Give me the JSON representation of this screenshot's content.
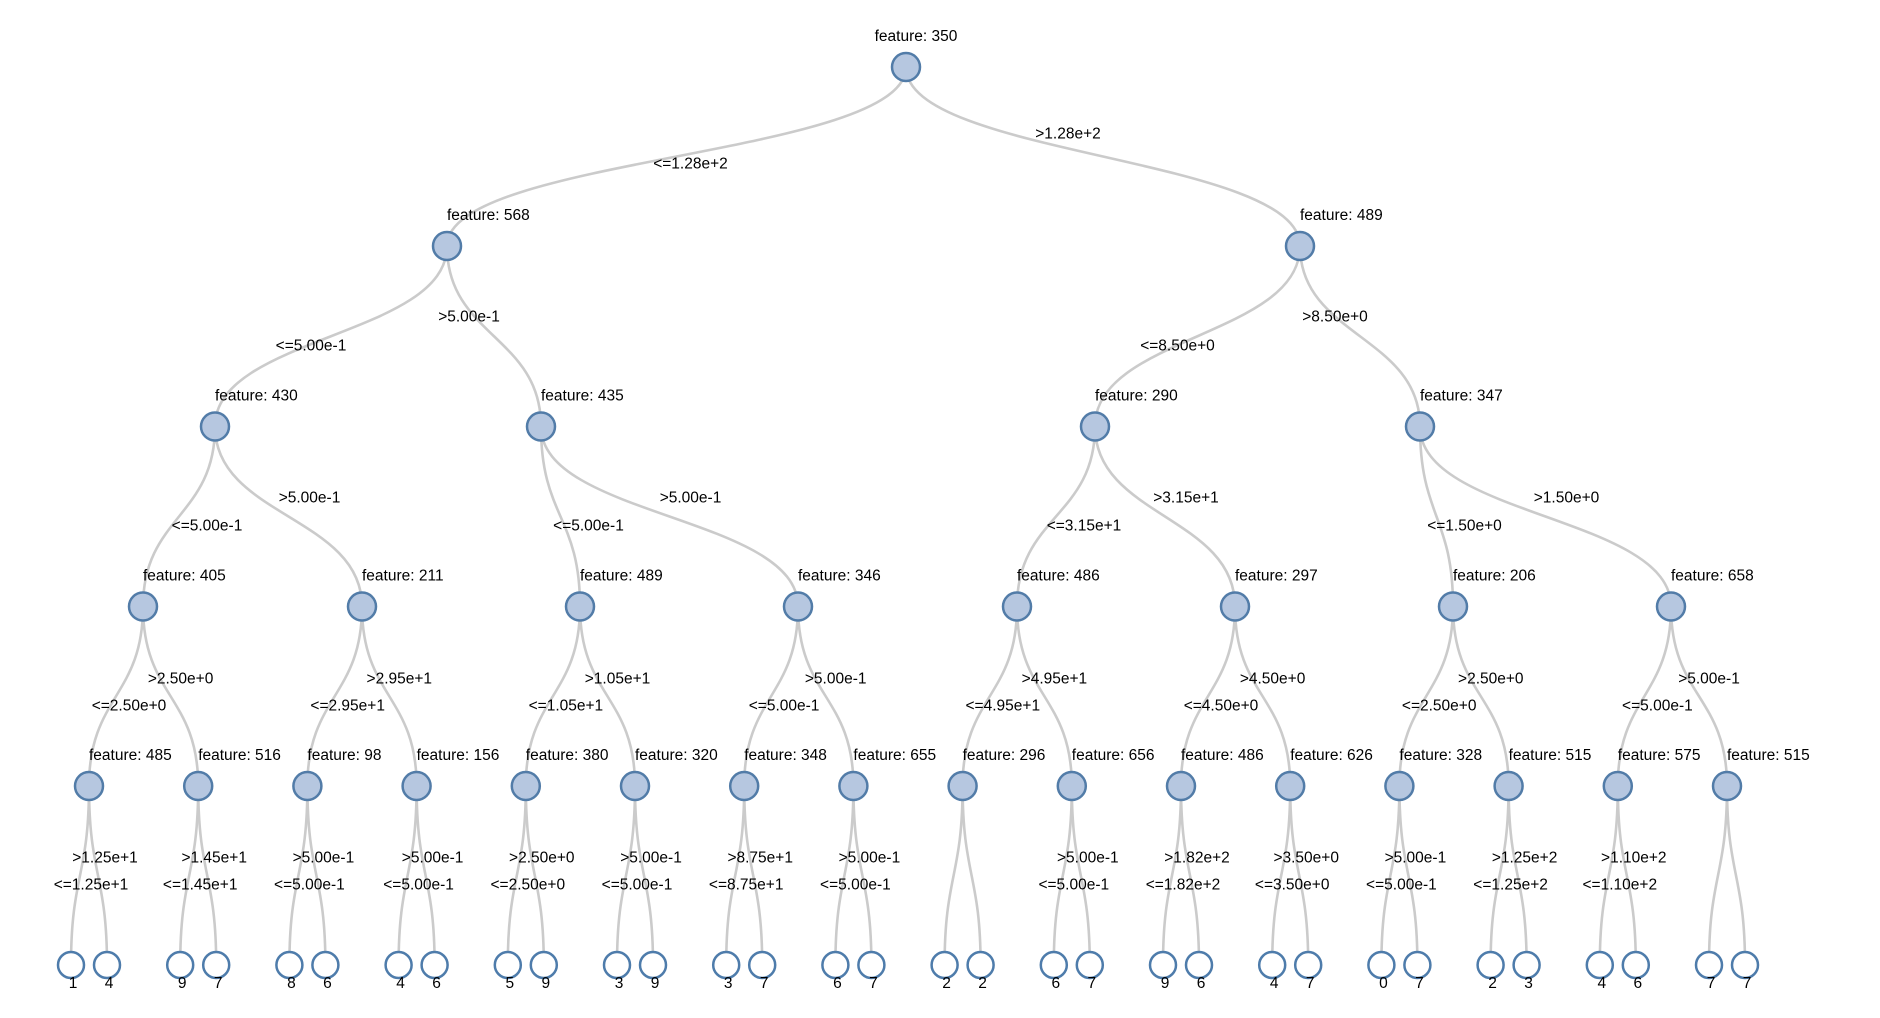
{
  "style": {
    "background": "#ffffff",
    "node_fill": "#b6c7e0",
    "node_stroke": "#527ca8",
    "leaf_fill": "#ffffff",
    "leaf_stroke": "#4e7cab",
    "edge_color": "#cbcbcb",
    "text_color": "#000000"
  },
  "chart_data": {
    "type": "tree",
    "description": "Binary decision tree with feature-split nodes, threshold edge labels in scientific notation, and class-number leaves",
    "root": {
      "label": "feature: 350",
      "children": [
        {
          "edge": "<=1.28e+2",
          "label": "feature: 568",
          "children": [
            {
              "edge": "<=5.00e-1",
              "label": "feature: 430",
              "children": [
                {
                  "edge": "<=5.00e-1",
                  "label": "feature: 405",
                  "children": [
                    {
                      "edge": "<=2.50e+0",
                      "label": "feature: 485",
                      "children": [
                        {
                          "edge": "<=1.25e+1",
                          "leaf": "1"
                        },
                        {
                          "edge": ">1.25e+1",
                          "leaf": "4"
                        }
                      ]
                    },
                    {
                      "edge": ">2.50e+0",
                      "label": "feature: 516",
                      "children": [
                        {
                          "edge": "<=1.45e+1",
                          "leaf": "9"
                        },
                        {
                          "edge": ">1.45e+1",
                          "leaf": "7"
                        }
                      ]
                    }
                  ]
                },
                {
                  "edge": ">5.00e-1",
                  "label": "feature: 211",
                  "children": [
                    {
                      "edge": "<=2.95e+1",
                      "label": "feature: 98",
                      "children": [
                        {
                          "edge": "<=5.00e-1",
                          "leaf": "8"
                        },
                        {
                          "edge": ">5.00e-1",
                          "leaf": "6"
                        }
                      ]
                    },
                    {
                      "edge": ">2.95e+1",
                      "label": "feature: 156",
                      "children": [
                        {
                          "edge": "<=5.00e-1",
                          "leaf": "4"
                        },
                        {
                          "edge": ">5.00e-1",
                          "leaf": "6"
                        }
                      ]
                    }
                  ]
                }
              ]
            },
            {
              "edge": ">5.00e-1",
              "label": "feature: 435",
              "children": [
                {
                  "edge": "<=5.00e-1",
                  "label": "feature: 489",
                  "children": [
                    {
                      "edge": "<=1.05e+1",
                      "label": "feature: 380",
                      "children": [
                        {
                          "edge": "<=2.50e+0",
                          "leaf": "5"
                        },
                        {
                          "edge": ">2.50e+0",
                          "leaf": "9"
                        }
                      ]
                    },
                    {
                      "edge": ">1.05e+1",
                      "label": "feature: 320",
                      "children": [
                        {
                          "edge": "<=5.00e-1",
                          "leaf": "3"
                        },
                        {
                          "edge": ">5.00e-1",
                          "leaf": "9"
                        }
                      ]
                    }
                  ]
                },
                {
                  "edge": ">5.00e-1",
                  "label": "feature: 346",
                  "children": [
                    {
                      "edge": "<=5.00e-1",
                      "label": "feature: 348",
                      "children": [
                        {
                          "edge": "<=8.75e+1",
                          "leaf": "3"
                        },
                        {
                          "edge": ">8.75e+1",
                          "leaf": "7"
                        }
                      ]
                    },
                    {
                      "edge": ">5.00e-1",
                      "label": "feature: 655",
                      "children": [
                        {
                          "edge": "<=5.00e-1",
                          "leaf": "6"
                        },
                        {
                          "edge": ">5.00e-1",
                          "leaf": "7"
                        }
                      ]
                    }
                  ]
                }
              ]
            }
          ]
        },
        {
          "edge": ">1.28e+2",
          "label": "feature: 489",
          "children": [
            {
              "edge": "<=8.50e+0",
              "label": "feature: 290",
              "children": [
                {
                  "edge": "<=3.15e+1",
                  "label": "feature: 486",
                  "children": [
                    {
                      "edge": "<=4.95e+1",
                      "label": "feature: 296",
                      "children": [
                        {
                          "edge": "",
                          "leaf": "2"
                        },
                        {
                          "edge": "",
                          "leaf": "2"
                        }
                      ]
                    },
                    {
                      "edge": ">4.95e+1",
                      "label": "feature: 656",
                      "children": [
                        {
                          "edge": "<=5.00e-1",
                          "leaf": "6"
                        },
                        {
                          "edge": ">5.00e-1",
                          "leaf": "7"
                        }
                      ]
                    }
                  ]
                },
                {
                  "edge": ">3.15e+1",
                  "label": "feature: 297",
                  "children": [
                    {
                      "edge": "<=4.50e+0",
                      "label": "feature: 486",
                      "children": [
                        {
                          "edge": "<=1.82e+2",
                          "leaf": "9"
                        },
                        {
                          "edge": ">1.82e+2",
                          "leaf": "6"
                        }
                      ]
                    },
                    {
                      "edge": ">4.50e+0",
                      "label": "feature: 626",
                      "children": [
                        {
                          "edge": "<=3.50e+0",
                          "leaf": "4"
                        },
                        {
                          "edge": ">3.50e+0",
                          "leaf": "7"
                        }
                      ]
                    }
                  ]
                }
              ]
            },
            {
              "edge": ">8.50e+0",
              "label": "feature: 347",
              "children": [
                {
                  "edge": "<=1.50e+0",
                  "label": "feature: 206",
                  "children": [
                    {
                      "edge": "<=2.50e+0",
                      "label": "feature: 328",
                      "children": [
                        {
                          "edge": "<=5.00e-1",
                          "leaf": "0"
                        },
                        {
                          "edge": ">5.00e-1",
                          "leaf": "7"
                        }
                      ]
                    },
                    {
                      "edge": ">2.50e+0",
                      "label": "feature: 515",
                      "children": [
                        {
                          "edge": "<=1.25e+2",
                          "leaf": "2"
                        },
                        {
                          "edge": ">1.25e+2",
                          "leaf": "3"
                        }
                      ]
                    }
                  ]
                },
                {
                  "edge": ">1.50e+0",
                  "label": "feature: 658",
                  "children": [
                    {
                      "edge": "<=5.00e-1",
                      "label": "feature: 575",
                      "children": [
                        {
                          "edge": "<=1.10e+2",
                          "leaf": "4"
                        },
                        {
                          "edge": ">1.10e+2",
                          "leaf": "6"
                        }
                      ]
                    },
                    {
                      "edge": ">5.00e-1",
                      "label": "feature: 515",
                      "children": [
                        {
                          "edge": "",
                          "leaf": "7"
                        },
                        {
                          "edge": "",
                          "leaf": "7"
                        }
                      ]
                    }
                  ]
                }
              ]
            }
          ]
        }
      ]
    }
  }
}
